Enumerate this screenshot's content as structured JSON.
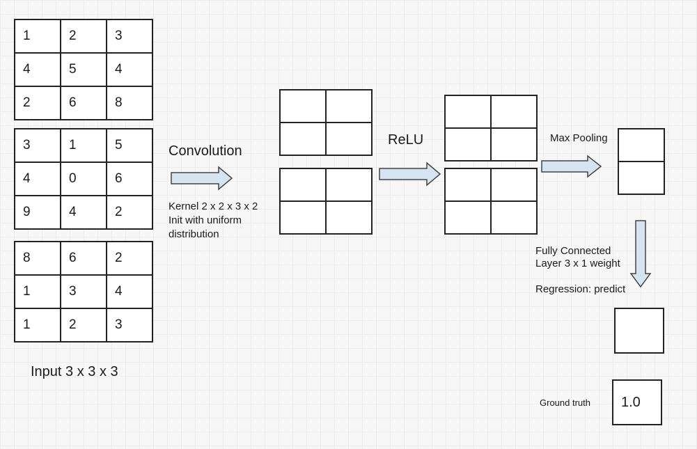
{
  "input": {
    "label": "Input 3 x 3 x 3",
    "channels": [
      [
        [
          "1",
          "2",
          "3"
        ],
        [
          "4",
          "5",
          "4"
        ],
        [
          "2",
          "6",
          "8"
        ]
      ],
      [
        [
          "3",
          "1",
          "5"
        ],
        [
          "4",
          "0",
          "6"
        ],
        [
          "9",
          "4",
          "2"
        ]
      ],
      [
        [
          "8",
          "6",
          "2"
        ],
        [
          "1",
          "3",
          "4"
        ],
        [
          "1",
          "2",
          "3"
        ]
      ]
    ]
  },
  "convolution": {
    "title": "Convolution",
    "desc": [
      "Kernel 2 x 2 x 3 x 2",
      "Init with uniform",
      "distribution"
    ]
  },
  "relu": {
    "title": "ReLU"
  },
  "maxpool": {
    "title": "Max Pooling"
  },
  "fc": {
    "line1": "Fully Connected",
    "line2": "Layer 3 x 1 weight",
    "line3": "Regression: predict"
  },
  "ground_truth": {
    "label": "Ground truth",
    "value": "1.0"
  },
  "colors": {
    "arrow_fill": "#d6e4f2",
    "arrow_stroke": "#444444",
    "grid_line": "#222222"
  }
}
